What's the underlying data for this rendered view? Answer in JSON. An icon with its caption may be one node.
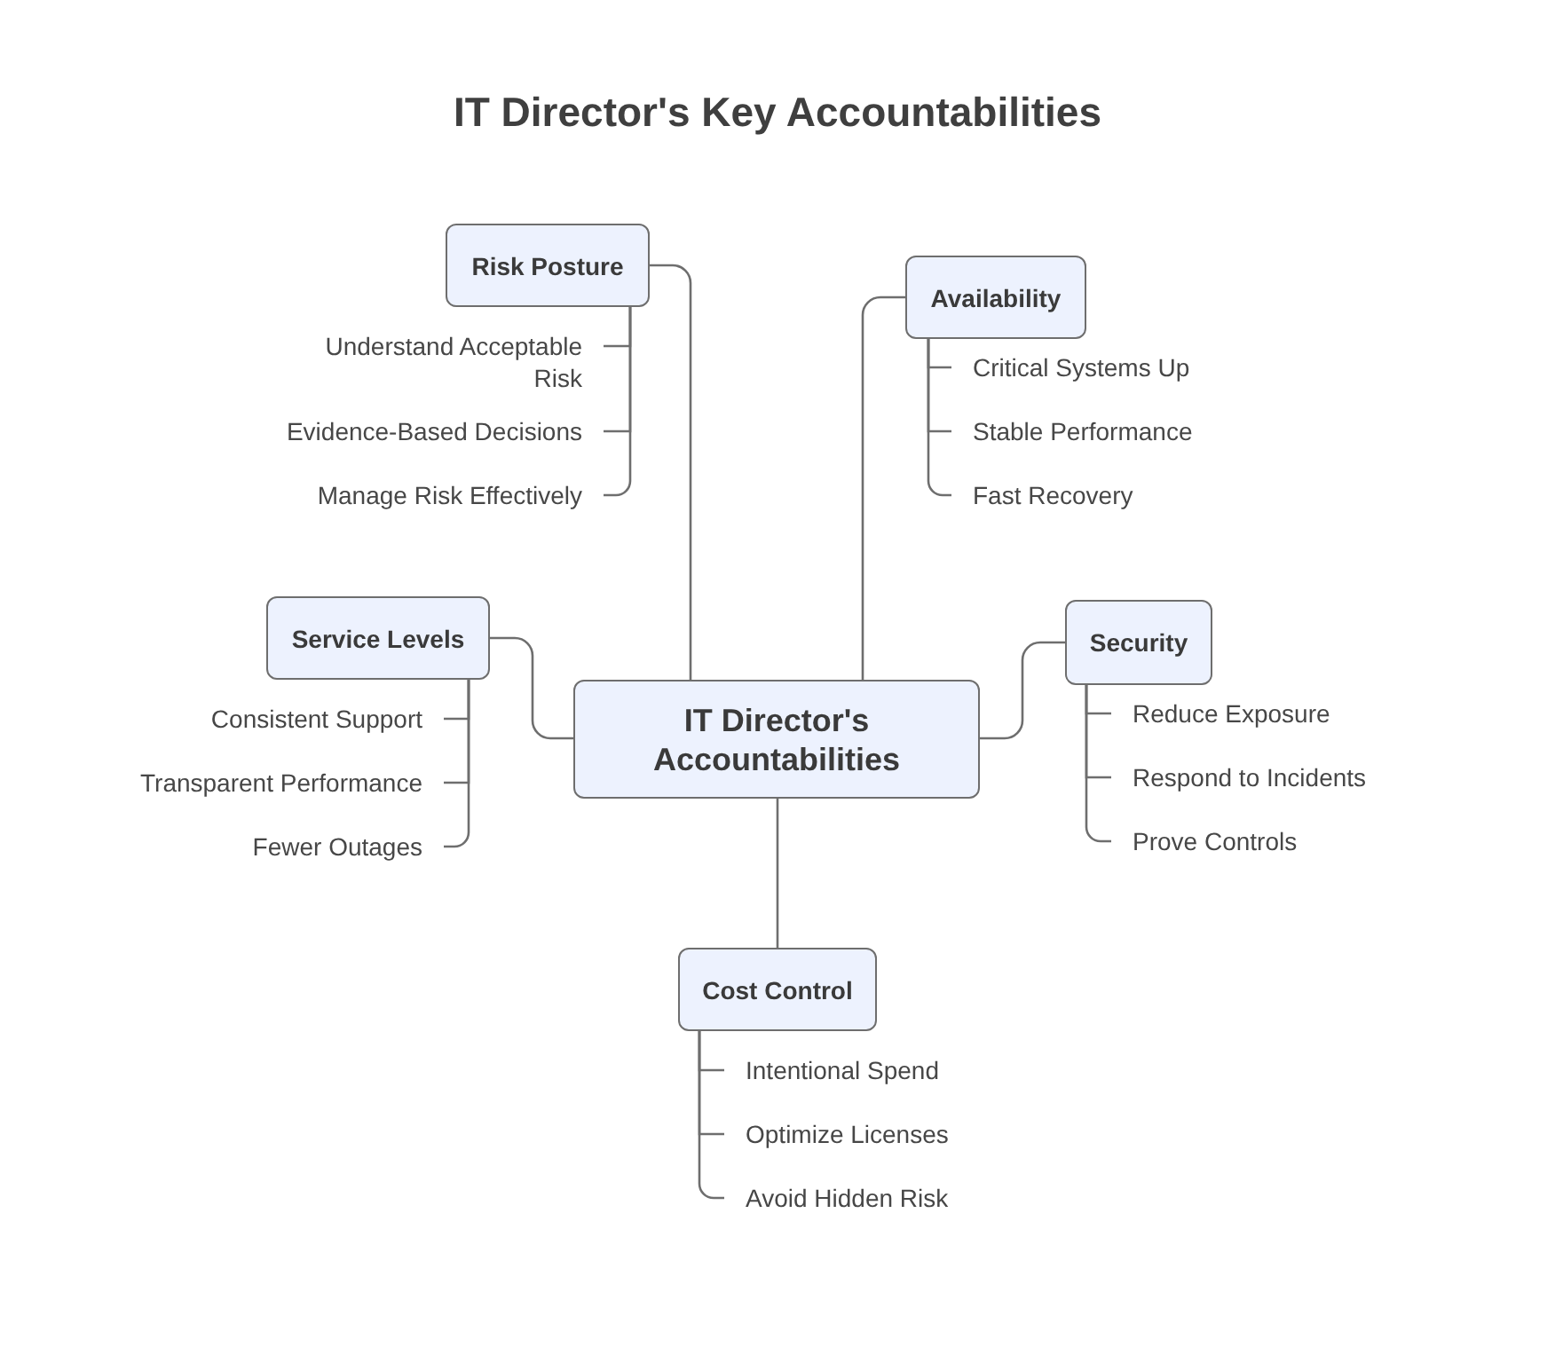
{
  "diagram": {
    "title": "IT Director's Key Accountabilities",
    "nodes": [
      {
        "text": [
          "IT Director's Accountabilities"
        ]
      },
      {
        "text": [
          "Risk Posture"
        ]
      },
      {
        "text": [
          "Understand Acceptable Risk"
        ]
      },
      {
        "text": [
          "Evidence-Based Decisions"
        ]
      },
      {
        "text": [
          "Manage Risk Effectively"
        ]
      },
      {
        "text": [
          "Availability"
        ]
      },
      {
        "text": [
          "Critical Systems Up"
        ]
      },
      {
        "text": [
          "Stable Performance"
        ]
      },
      {
        "text": [
          "Fast Recovery"
        ]
      },
      {
        "text": [
          "Service Levels"
        ]
      },
      {
        "text": [
          "Consistent Support"
        ]
      },
      {
        "text": [
          "Transparent Performance"
        ]
      },
      {
        "text": [
          "Fewer Outages"
        ]
      },
      {
        "text": [
          "Security"
        ]
      },
      {
        "text": [
          "Reduce Exposure"
        ]
      },
      {
        "text": [
          "Respond to Incidents"
        ]
      },
      {
        "text": [
          "Prove Controls"
        ]
      },
      {
        "text": [
          "Cost Control"
        ]
      },
      {
        "text": [
          "Intentional Spend"
        ]
      },
      {
        "text": [
          "Optimize Licenses"
        ]
      },
      {
        "text": [
          "Avoid Hidden Risk"
        ]
      }
    ],
    "edges": [
      {
        "from": 0,
        "to": 1,
        "arrow": "none"
      },
      {
        "from": 1,
        "to": 2,
        "arrow": "none"
      },
      {
        "from": 1,
        "to": 3,
        "arrow": "none"
      },
      {
        "from": 1,
        "to": 4,
        "arrow": "none"
      },
      {
        "from": 0,
        "to": 5,
        "arrow": "none"
      },
      {
        "from": 5,
        "to": 6,
        "arrow": "none"
      },
      {
        "from": 5,
        "to": 7,
        "arrow": "none"
      },
      {
        "from": 5,
        "to": 8,
        "arrow": "none"
      },
      {
        "from": 0,
        "to": 9,
        "arrow": "none"
      },
      {
        "from": 9,
        "to": 10,
        "arrow": "none"
      },
      {
        "from": 9,
        "to": 11,
        "arrow": "none"
      },
      {
        "from": 9,
        "to": 12,
        "arrow": "none"
      },
      {
        "from": 0,
        "to": 13,
        "arrow": "none"
      },
      {
        "from": 13,
        "to": 14,
        "arrow": "none"
      },
      {
        "from": 13,
        "to": 15,
        "arrow": "none"
      },
      {
        "from": 13,
        "to": 16,
        "arrow": "none"
      },
      {
        "from": 0,
        "to": 17,
        "arrow": "none"
      },
      {
        "from": 17,
        "to": 18,
        "arrow": "none"
      },
      {
        "from": 17,
        "to": 19,
        "arrow": "none"
      },
      {
        "from": 17,
        "to": 20,
        "arrow": "none"
      }
    ]
  }
}
